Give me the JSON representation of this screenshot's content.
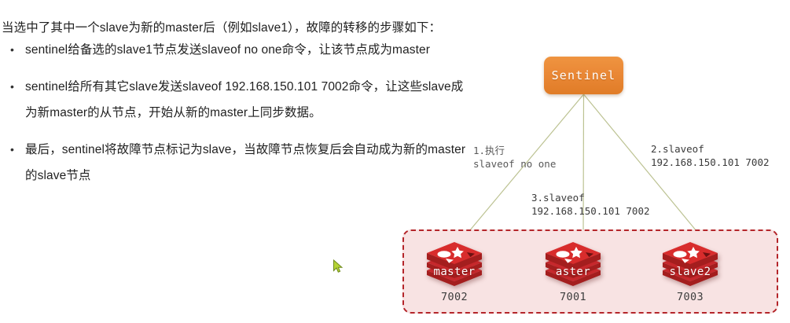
{
  "document": {
    "intro_paragraph": "当选中了其中一个slave为新的master后（例如slave1），故障的转移的步骤如下：",
    "bullets": [
      {
        "marker": "•",
        "text": "sentinel给备选的slave1节点发送slaveof no one命令，让该节点成为master"
      },
      {
        "marker": "•",
        "text": "sentinel给所有其它slave发送slaveof 192.168.150.101 7002命令，让这些slave成为新master的从节点，开始从新的master上同步数据。"
      },
      {
        "marker": "•",
        "text": "最后，sentinel将故障节点标记为slave，当故障节点恢复后会自动成为新的master的slave节点"
      }
    ]
  },
  "diagram": {
    "sentinel": {
      "label": "Sentinel",
      "fill_color": "#e8863a"
    },
    "edge_labels": [
      {
        "id": "edge-1",
        "text": "1.执行\nslaveof no one"
      },
      {
        "id": "edge-2",
        "text": "2.slaveof\n192.168.150.101 7002"
      },
      {
        "id": "edge-3",
        "text": "3.slaveof\n192.168.150.101 7002"
      }
    ],
    "cluster": {
      "border_color": "#b4252a",
      "fill_color": "#f8e3e3",
      "nodes": [
        {
          "name": "master",
          "port": "7002"
        },
        {
          "name": "aster",
          "port": "7001"
        },
        {
          "name": "slave2",
          "port": "7003"
        }
      ]
    },
    "connector_color": "#b9bf8e",
    "arrow_color": "#8faa52"
  },
  "cursor": {
    "icon": "arrow-cursor",
    "color": "#a8c832"
  }
}
